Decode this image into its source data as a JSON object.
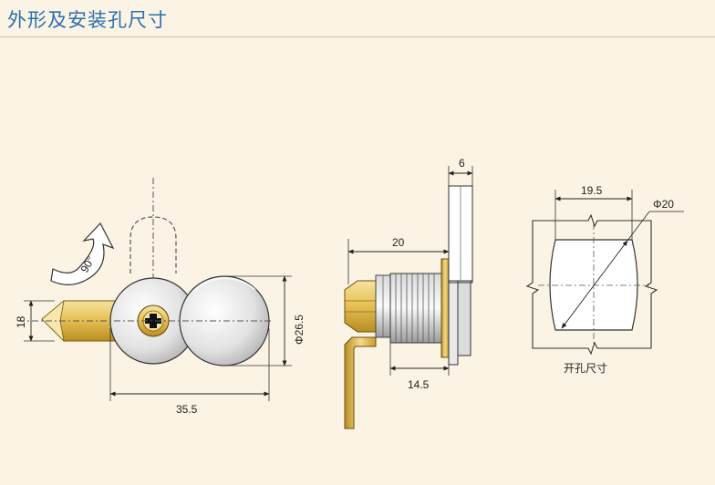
{
  "header": {
    "title": "外形及安装孔尺寸"
  },
  "dimensions": {
    "width_35_5": "35.5",
    "height_18": "18",
    "diameter_26_5": "Φ26.5",
    "rotation_90": "90°",
    "depth_20": "20",
    "thickness_6": "6",
    "length_14_5": "14.5",
    "hole_width_19_5": "19.5",
    "hole_diameter_20": "Φ20"
  },
  "labels": {
    "cutout_caption": "开孔尺寸"
  },
  "colors": {
    "title_blue": "#2a6fb0",
    "brass": "#e6c25a",
    "background": "#fbf4e4"
  }
}
